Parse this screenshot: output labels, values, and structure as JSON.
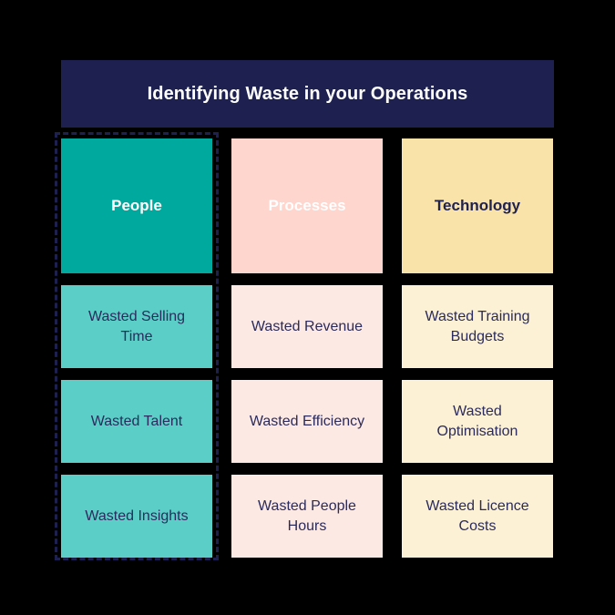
{
  "header": {
    "title": "Identifying Waste in your Operations"
  },
  "colors": {
    "background": "#000000",
    "navy": "#1E2150",
    "people_header": "#00A99D",
    "people_cell": "#5BCFC7",
    "processes_header": "#FFD6CE",
    "processes_cell": "#FDE9E4",
    "technology_header": "#F9E3A8",
    "technology_cell": "#FCF1D5",
    "cell_text": "#2A2B5C",
    "selection_outline": "#1E2150"
  },
  "matrix": {
    "columns": [
      {
        "key": "people",
        "header": "People",
        "selected": true,
        "items": [
          "Wasted Selling Time",
          "Wasted Talent",
          "Wasted Insights"
        ]
      },
      {
        "key": "processes",
        "header": "Processes",
        "selected": false,
        "items": [
          "Wasted Revenue",
          "Wasted Efficiency",
          "Wasted People Hours"
        ]
      },
      {
        "key": "technology",
        "header": "Technology",
        "selected": false,
        "items": [
          "Wasted Training Budgets",
          "Wasted Optimisation",
          "Wasted Licence Costs"
        ]
      }
    ]
  }
}
